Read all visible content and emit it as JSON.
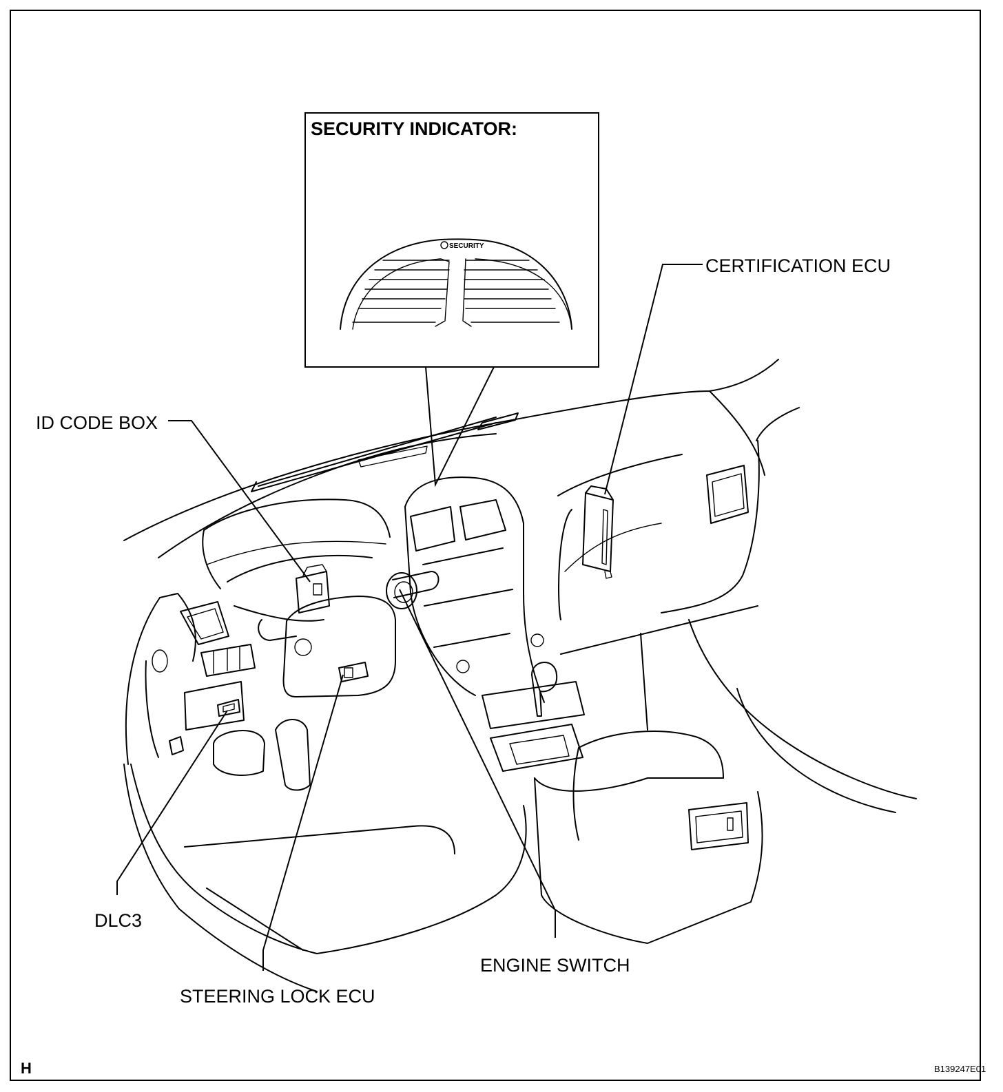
{
  "inset": {
    "title": "SECURITY INDICATOR:",
    "indicator_text": "SECURITY"
  },
  "labels": {
    "certification_ecu": "CERTIFICATION ECU",
    "id_code_box": "ID CODE BOX",
    "dlc3": "DLC3",
    "engine_switch": "ENGINE SWITCH",
    "steering_lock_ecu": "STEERING LOCK ECU"
  },
  "corner": {
    "section": "H",
    "figure_code": "B139247E01"
  }
}
